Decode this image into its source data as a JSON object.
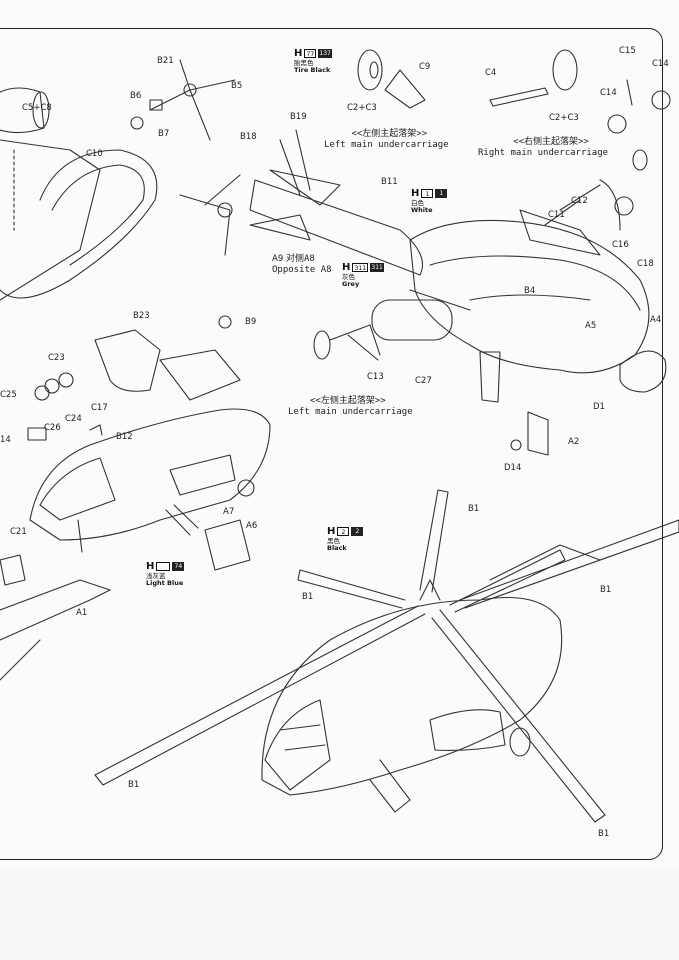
{
  "labels": {
    "c5c8": "C5+C8",
    "c10": "C10",
    "b21": "B21",
    "b5": "B5",
    "b6": "B6",
    "b7": "B7",
    "b18": "B18",
    "b19": "B19",
    "c2c3_left": "C2+C3",
    "c9": "C9",
    "c4": "C4",
    "c2c3_right": "C2+C3",
    "c15": "C15",
    "c14_top": "C14",
    "c14_mid": "C14",
    "b11": "B11",
    "c12": "C12",
    "c11": "C11",
    "c16": "C16",
    "c18": "C18",
    "a9": "A9",
    "b4": "B4",
    "a5": "A5",
    "a4": "A4",
    "d1": "D1",
    "b23": "B23",
    "b9": "B9",
    "c23": "C23",
    "c25": "C25",
    "c17": "C17",
    "c24": "C24",
    "c26": "C26",
    "b12": "B12",
    "c13": "C13",
    "c27": "C27",
    "d14": "D14",
    "a2": "A2",
    "a14": "14",
    "b1_top": "B1",
    "b1_left": "B1",
    "b1_right": "B1",
    "b1_bottom_left": "B1",
    "b1_bottom_right": "B1",
    "a7": "A7",
    "a6": "A6",
    "c21": "C21",
    "a1": "A1"
  },
  "captions": {
    "left_main_top_cn": "<<左侧主起落架>>",
    "left_main_top_en": "Left main undercarriage",
    "right_main_cn": "<<右侧主起落架>>",
    "right_main_en": "Right main undercarriage",
    "opposite_cn": "对侧A8",
    "opposite_en": "Opposite A8",
    "left_main_bottom_cn": "<<左侧主起落架>>",
    "left_main_bottom_en": "Left main undercarriage"
  },
  "paints": {
    "tire_black": {
      "h": "H",
      "code_box": "77",
      "code_num": "137",
      "cn": "胎黑色",
      "en": "Tire Black"
    },
    "white": {
      "h": "H",
      "code_box": "1",
      "code_num": "1",
      "cn": "白色",
      "en": "White"
    },
    "grey": {
      "h": "H",
      "code_box": "311",
      "code_num": "311",
      "cn": "灰色",
      "en": "Grey"
    },
    "light_blue": {
      "h": "H",
      "code_box": "",
      "code_num": "74",
      "cn": "浅灰蓝",
      "en": "Light Blue"
    },
    "black": {
      "h": "H",
      "code_box": "2",
      "code_num": "2",
      "cn": "黑色",
      "en": "Black"
    }
  }
}
